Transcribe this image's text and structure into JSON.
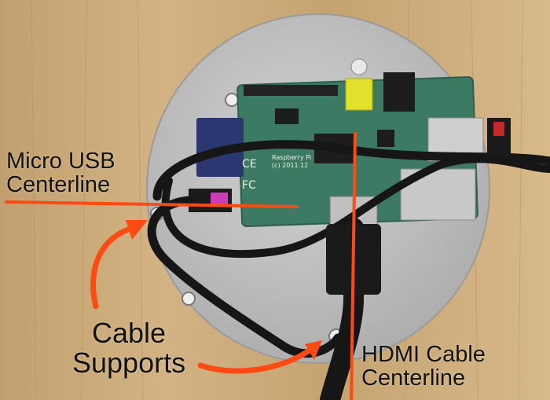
{
  "image": {
    "description_tags": [
      "wood-table",
      "aluminum-disc-mount",
      "raspberry-pi-board",
      "usb-cable",
      "hdmi-cable",
      "orange-annotation-arrows"
    ]
  },
  "labels": {
    "micro_usb": {
      "line1": "Micro USB",
      "line2": "Centerline"
    },
    "cable_supports": {
      "line1": "Cable",
      "line2": "Supports"
    },
    "hdmi": {
      "line1": "HDMI Cable",
      "line2": "Centerline"
    }
  },
  "board_text": {
    "brand": "Raspberry Pi",
    "copyright": "(c) 2011.12",
    "ce_mark": "CE",
    "fcc_mark": "FC"
  },
  "colors": {
    "annotation": "#ff4a14",
    "pcb": "#3d7a63",
    "mount": "#bdbdbd",
    "wood": "#c9a777",
    "cable": "#161616"
  }
}
